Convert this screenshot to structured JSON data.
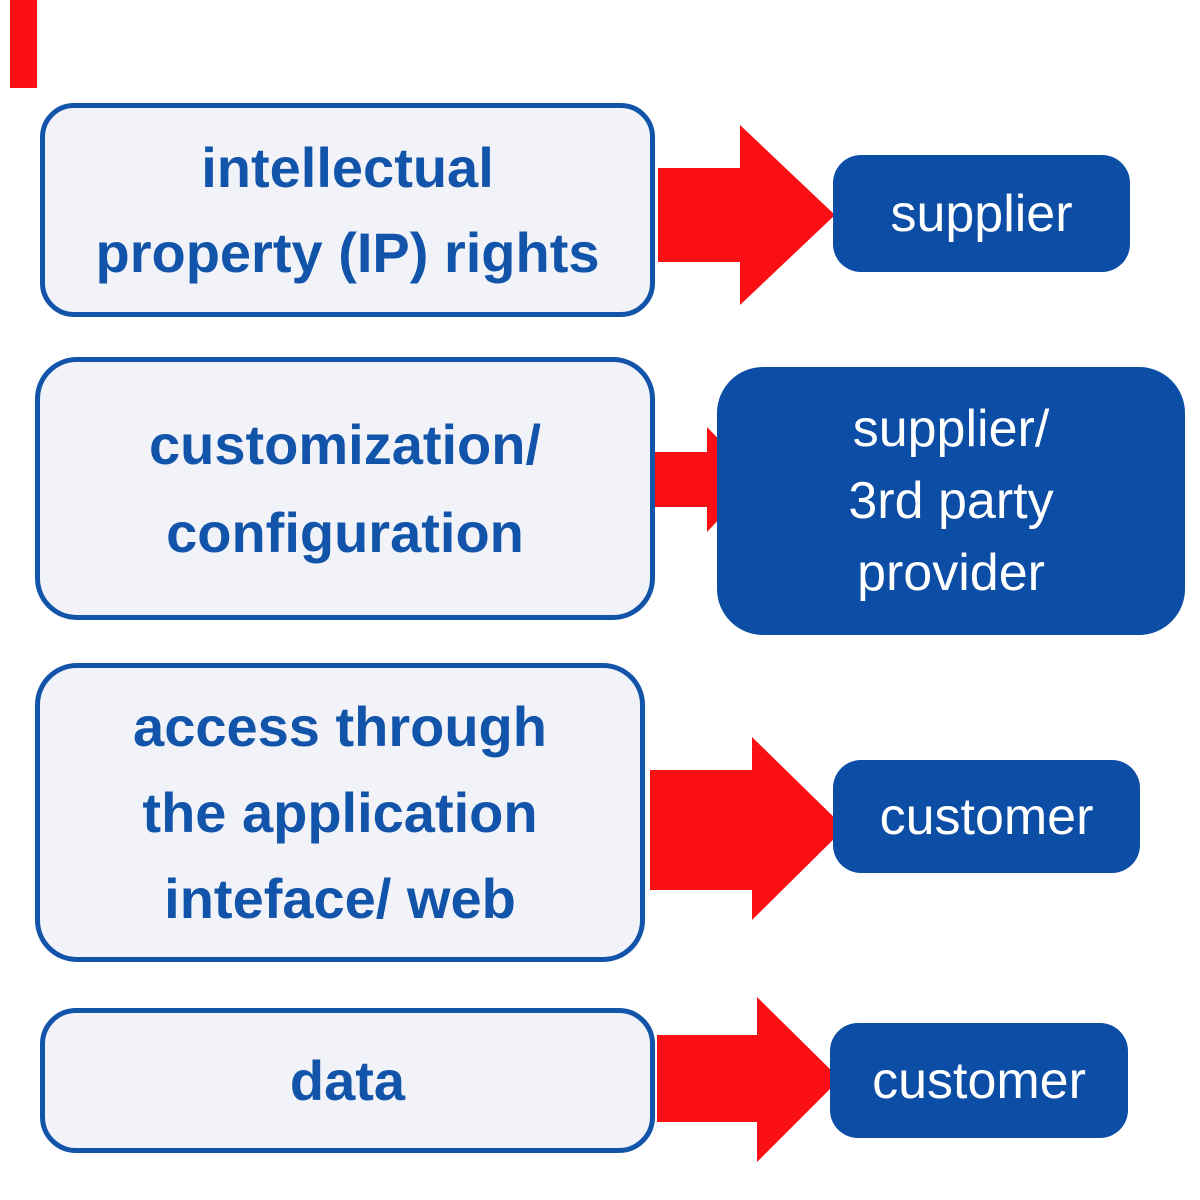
{
  "colors": {
    "primary_blue": "#1254a9",
    "box_blue": "#0c4da5",
    "arrow_red": "#fa0f14",
    "panel_bg": "#f1f3f9",
    "canvas_bg": "#ffffff"
  },
  "icons": {
    "flow_arrow": "right-block-arrow",
    "corner_fragment": "cropped-red-arrow-fragment"
  },
  "rows": [
    {
      "source": {
        "lines": [
          "intellectual",
          "property (IP) rights"
        ]
      },
      "target": {
        "lines": [
          "supplier"
        ]
      }
    },
    {
      "source": {
        "lines": [
          "customization/",
          "configuration"
        ]
      },
      "target": {
        "lines": [
          "supplier/",
          "3rd party",
          "provider"
        ]
      }
    },
    {
      "source": {
        "lines": [
          "access through",
          "the application",
          "inteface/ web"
        ]
      },
      "target": {
        "lines": [
          "customer"
        ]
      }
    },
    {
      "source": {
        "lines": [
          "data"
        ]
      },
      "target": {
        "lines": [
          "customer"
        ]
      }
    }
  ]
}
